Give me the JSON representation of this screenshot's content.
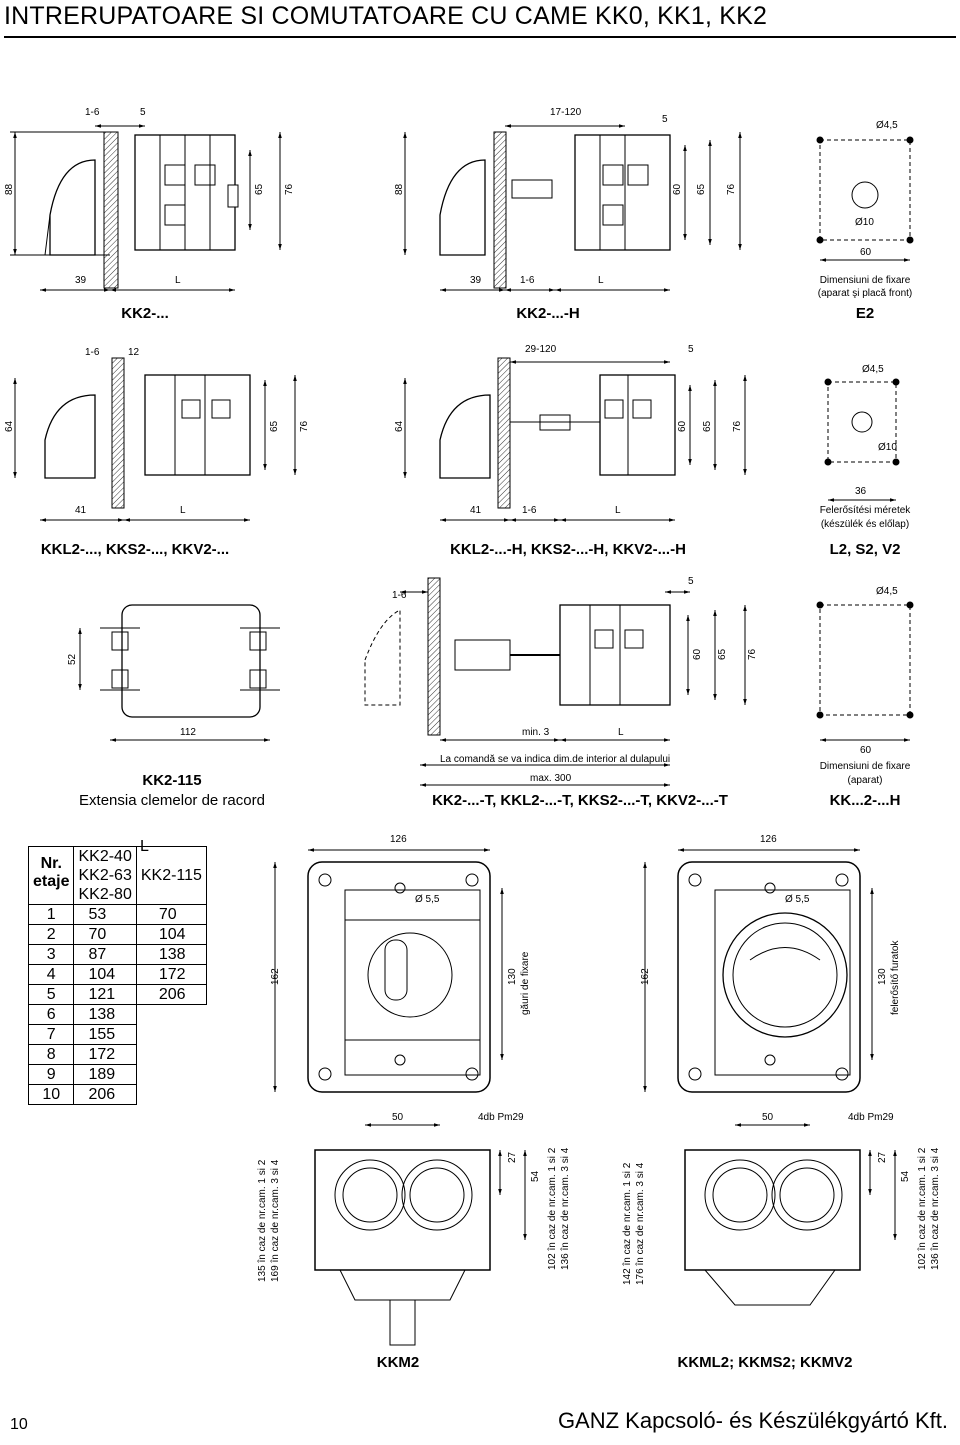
{
  "page": {
    "title": "INTRERUPATOARE SI COMUTATOARE CU CAME KK0, KK1, KK2",
    "page_number": "10",
    "company": "GANZ Kapcsoló- és Készülékgyártó Kft."
  },
  "row1": {
    "left": {
      "caption": "KK2-...",
      "dims": [
        "1-6",
        "5",
        "88",
        "65",
        "76",
        "39",
        "L"
      ]
    },
    "middle": {
      "caption": "KK2-...-H",
      "dims": [
        "17-120",
        "5",
        "88",
        "60",
        "65",
        "76",
        "39",
        "1-6",
        "L"
      ]
    },
    "right": {
      "caption": "E2",
      "note1": "Dimensiuni de fixare",
      "note2": "(aparat şi placă front)",
      "dims": [
        "Ø4,5",
        "Ø10",
        "60"
      ]
    }
  },
  "row2": {
    "left": {
      "caption": "KKL2-..., KKS2-..., KKV2-...",
      "dims": [
        "1-6",
        "12",
        "64",
        "65",
        "76",
        "41",
        "L"
      ]
    },
    "middle": {
      "caption": "KKL2-...-H, KKS2-...-H, KKV2-...-H",
      "dims": [
        "29-120",
        "5",
        "64",
        "60",
        "65",
        "76",
        "41",
        "1-6",
        "L"
      ]
    },
    "right": {
      "caption": "L2, S2, V2",
      "note1": "Felerősítési méretek",
      "note2": "(készülék és előlap)",
      "dims": [
        "Ø4,5",
        "Ø10",
        "36"
      ]
    }
  },
  "row3": {
    "left": {
      "caption": "KK2-115",
      "subcaption": "Extensia clemelor de racord",
      "dims": [
        "52",
        "112"
      ]
    },
    "middle": {
      "caption": "KK2-...-T, KKL2-...-T, KKS2-...-T, KKV2-...-T",
      "note1": "La comandă se va indica dim.de interior al dulapului",
      "note2": "max. 300",
      "dims": [
        "1-6",
        "5",
        "60",
        "65",
        "76",
        "min. 3",
        "L"
      ]
    },
    "right": {
      "caption": "KK...2-...H",
      "note1": "Dimensiuni de fixare",
      "note2": "(aparat)",
      "dims": [
        "Ø4,5",
        "60"
      ]
    }
  },
  "table": {
    "header_L": "L",
    "header_nr": "Nr.",
    "header_etaje": "etaje",
    "header_col1": [
      "KK2-40",
      "KK2-63",
      "KK2-80"
    ],
    "header_col2": "KK2-115",
    "rows": [
      [
        "1",
        "53",
        "70"
      ],
      [
        "2",
        "70",
        "104"
      ],
      [
        "3",
        "87",
        "138"
      ],
      [
        "4",
        "104",
        "172"
      ],
      [
        "5",
        "121",
        "206"
      ],
      [
        "6",
        "138",
        ""
      ],
      [
        "7",
        "155",
        ""
      ],
      [
        "8",
        "172",
        ""
      ],
      [
        "9",
        "189",
        ""
      ],
      [
        "10",
        "206",
        ""
      ]
    ]
  },
  "enclosure_left": {
    "caption": "KKM2",
    "width": "126",
    "height": "162",
    "hole": "Ø 5,5",
    "inner": "130",
    "inner_label": "găuri de fixare",
    "spacing": "50",
    "glands": "4db Pm29",
    "d27": "27",
    "d54": "54",
    "side1": "135  în caz de nr.cam. 1 si 2",
    "side2": "169  în caz de nr.cam. 3 si 4",
    "side3": "102  în caz de nr.cam. 1 si 2",
    "side4": "136  în caz de nr.cam. 3 si 4"
  },
  "enclosure_right": {
    "caption": "KKML2; KKMS2; KKMV2",
    "width": "126",
    "height": "162",
    "hole": "Ø 5,5",
    "inner": "130",
    "inner_label": "felerősítő furatok",
    "spacing": "50",
    "glands": "4db Pm29",
    "d27": "27",
    "d54": "54",
    "side1": "142  în caz de nr.cam. 1 si 2",
    "side2": "176  în caz de nr.cam. 3 si 4",
    "side3": "102  în caz de nr.cam. 1 si 2",
    "side4": "136  în caz de nr.cam. 3 si 4"
  }
}
